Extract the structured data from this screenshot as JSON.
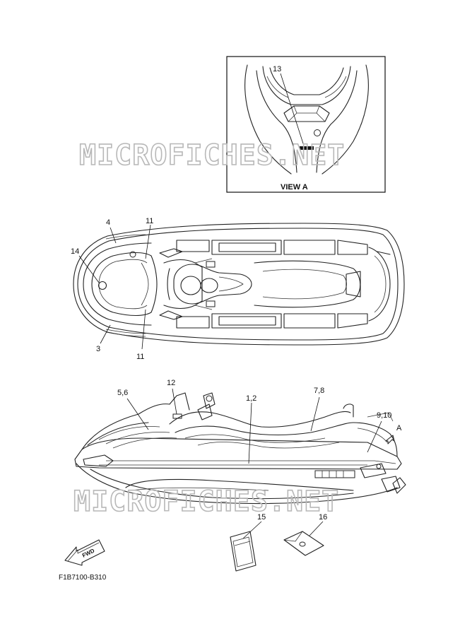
{
  "watermark": "MICROFICHES.NET",
  "view_a": {
    "label": "VIEW A",
    "part": "13"
  },
  "top_view": {
    "labels": [
      "4",
      "11",
      "14",
      "3",
      "11"
    ]
  },
  "side_view": {
    "labels": [
      "5,6",
      "12",
      "1,2",
      "7,8",
      "9,10",
      "A"
    ]
  },
  "loose_parts": {
    "labels": [
      "15",
      "16"
    ]
  },
  "fwd_arrow": {
    "text": "FWD",
    "icon": "fwd-arrow-icon"
  },
  "diagram_code": "F1B7100-B310"
}
